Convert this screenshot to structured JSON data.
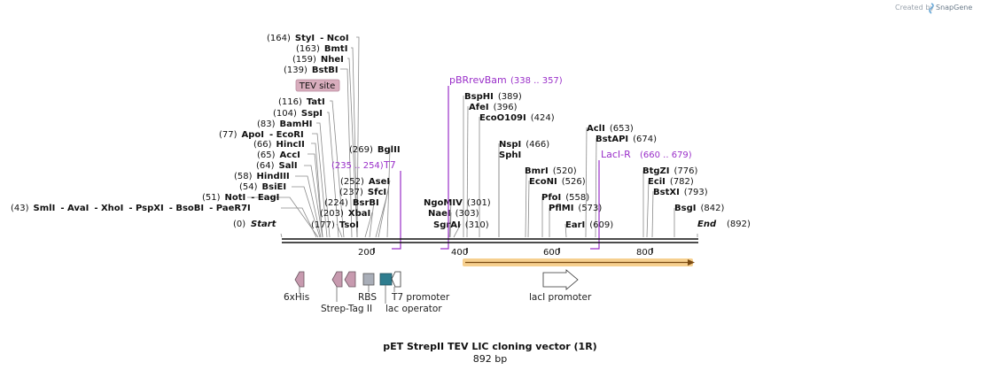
{
  "credit": {
    "prefix": "Created by",
    "brand": "SnapGene"
  },
  "title": "pET StrepII TEV LIC cloning vector (1R)",
  "length_label": "892 bp",
  "ticks": [
    "200",
    "400",
    "600",
    "800"
  ],
  "ends": {
    "start": {
      "pos": "(0)",
      "name": "Start"
    },
    "end": {
      "name": "End",
      "pos": "(892)"
    }
  },
  "site_rows": [
    {
      "id": "r43",
      "text": [
        {
          "t": "(43)",
          "c": "num"
        },
        {
          "t": "SmlI",
          "c": "enz"
        },
        {
          "t": "- AvaI",
          "c": "enz"
        },
        {
          "t": "- XhoI",
          "c": "enz"
        },
        {
          "t": "- PspXI",
          "c": "enz"
        },
        {
          "t": "- BsoBI",
          "c": "enz"
        },
        {
          "t": "- PaeR7I",
          "c": "enz"
        }
      ]
    },
    {
      "id": "r51",
      "text": [
        {
          "t": "(51)",
          "c": "num"
        },
        {
          "t": "NotI",
          "c": "enz"
        },
        {
          "t": "- EagI",
          "c": "enz"
        }
      ]
    },
    {
      "id": "r54",
      "text": [
        {
          "t": "(54)",
          "c": "num"
        },
        {
          "t": "BsiEI",
          "c": "enz"
        }
      ]
    },
    {
      "id": "r58",
      "text": [
        {
          "t": "(58)",
          "c": "num"
        },
        {
          "t": "HindIII",
          "c": "enz"
        }
      ]
    },
    {
      "id": "r64",
      "text": [
        {
          "t": "(64)",
          "c": "num"
        },
        {
          "t": "SalI",
          "c": "enz"
        }
      ]
    },
    {
      "id": "r65",
      "text": [
        {
          "t": "(65)",
          "c": "num"
        },
        {
          "t": "AccI",
          "c": "enz"
        }
      ]
    },
    {
      "id": "r66",
      "text": [
        {
          "t": "(66)",
          "c": "num"
        },
        {
          "t": "HincII",
          "c": "enz"
        }
      ]
    },
    {
      "id": "r77",
      "text": [
        {
          "t": "(77)",
          "c": "num"
        },
        {
          "t": "ApoI",
          "c": "enz"
        },
        {
          "t": "- EcoRI",
          "c": "enz"
        }
      ]
    },
    {
      "id": "r83",
      "text": [
        {
          "t": "(83)",
          "c": "num"
        },
        {
          "t": "BamHI",
          "c": "enz"
        }
      ]
    },
    {
      "id": "r104",
      "text": [
        {
          "t": "(104)",
          "c": "num"
        },
        {
          "t": "SspI",
          "c": "enz"
        }
      ]
    },
    {
      "id": "r116",
      "text": [
        {
          "t": "(116)",
          "c": "num"
        },
        {
          "t": "TatI",
          "c": "enz"
        }
      ]
    },
    {
      "id": "r139",
      "text": [
        {
          "t": "(139)",
          "c": "num"
        },
        {
          "t": "BstBI",
          "c": "enz"
        }
      ]
    },
    {
      "id": "r159",
      "text": [
        {
          "t": "(159)",
          "c": "num"
        },
        {
          "t": "NheI",
          "c": "enz"
        }
      ]
    },
    {
      "id": "r163",
      "text": [
        {
          "t": "(163)",
          "c": "num"
        },
        {
          "t": "BmtI",
          "c": "enz"
        }
      ]
    },
    {
      "id": "r164",
      "text": [
        {
          "t": "(164)",
          "c": "num"
        },
        {
          "t": "StyI",
          "c": "enz"
        },
        {
          "t": "- NcoI",
          "c": "enz"
        }
      ]
    },
    {
      "id": "r177",
      "text": [
        {
          "t": "(177)",
          "c": "num"
        },
        {
          "t": "TsoI",
          "c": "enz"
        }
      ]
    },
    {
      "id": "r203",
      "text": [
        {
          "t": "(203)",
          "c": "num"
        },
        {
          "t": "XbaI",
          "c": "enz"
        }
      ]
    },
    {
      "id": "r224",
      "text": [
        {
          "t": "(224)",
          "c": "num"
        },
        {
          "t": "BsrBI",
          "c": "enz"
        }
      ]
    },
    {
      "id": "r237",
      "text": [
        {
          "t": "(237)",
          "c": "num"
        },
        {
          "t": "SfcI",
          "c": "enz"
        }
      ]
    },
    {
      "id": "r252",
      "text": [
        {
          "t": "(252)",
          "c": "num"
        },
        {
          "t": "AseI",
          "c": "enz"
        }
      ]
    },
    {
      "id": "r269",
      "text": [
        {
          "t": "(269)",
          "c": "num"
        },
        {
          "t": "BglII",
          "c": "enz"
        }
      ]
    },
    {
      "id": "rNgo",
      "text": [
        {
          "t": "NgoMIV",
          "c": "enz"
        },
        {
          "t": "(301)",
          "c": "num"
        }
      ]
    },
    {
      "id": "rNae",
      "text": [
        {
          "t": "NaeI",
          "c": "enz"
        },
        {
          "t": "(303)",
          "c": "num"
        }
      ]
    },
    {
      "id": "rSgr",
      "text": [
        {
          "t": "SgrAI",
          "c": "enz"
        },
        {
          "t": "(310)",
          "c": "num"
        }
      ]
    },
    {
      "id": "rBsp",
      "text": [
        {
          "t": "BspHI",
          "c": "enz"
        },
        {
          "t": "(389)",
          "c": "num"
        }
      ]
    },
    {
      "id": "rAfe",
      "text": [
        {
          "t": "AfeI",
          "c": "enz"
        },
        {
          "t": "(396)",
          "c": "num"
        }
      ]
    },
    {
      "id": "rEco109",
      "text": [
        {
          "t": "EcoO109I",
          "c": "enz"
        },
        {
          "t": "(424)",
          "c": "num"
        }
      ]
    },
    {
      "id": "rNsp",
      "text": [
        {
          "t": "NspI",
          "c": "enz"
        },
        {
          "t": "(466)",
          "c": "num"
        }
      ]
    },
    {
      "id": "rSph",
      "text": [
        {
          "t": "SphI",
          "c": "enz"
        }
      ]
    },
    {
      "id": "rBmr",
      "text": [
        {
          "t": "BmrI",
          "c": "enz"
        },
        {
          "t": "(520)",
          "c": "num"
        }
      ]
    },
    {
      "id": "rEcoN",
      "text": [
        {
          "t": "EcoNI",
          "c": "enz"
        },
        {
          "t": "(526)",
          "c": "num"
        }
      ]
    },
    {
      "id": "rPfo",
      "text": [
        {
          "t": "PfoI",
          "c": "enz"
        },
        {
          "t": "(558)",
          "c": "num"
        }
      ]
    },
    {
      "id": "rPflMI",
      "text": [
        {
          "t": "PflMI",
          "c": "enz"
        },
        {
          "t": "(573)",
          "c": "num"
        }
      ]
    },
    {
      "id": "rEar",
      "text": [
        {
          "t": "EarI",
          "c": "enz"
        },
        {
          "t": "(609)",
          "c": "num"
        }
      ]
    },
    {
      "id": "rAcl",
      "text": [
        {
          "t": "AclI",
          "c": "enz"
        },
        {
          "t": "(653)",
          "c": "num"
        }
      ]
    },
    {
      "id": "rBstAPI",
      "text": [
        {
          "t": "BstAPI",
          "c": "enz"
        },
        {
          "t": "(674)",
          "c": "num"
        }
      ]
    },
    {
      "id": "rBtgZI",
      "text": [
        {
          "t": "BtgZI",
          "c": "enz"
        },
        {
          "t": "(776)",
          "c": "num"
        }
      ]
    },
    {
      "id": "rEciI",
      "text": [
        {
          "t": "EciI",
          "c": "enz"
        },
        {
          "t": "(782)",
          "c": "num"
        }
      ]
    },
    {
      "id": "rBstXI",
      "text": [
        {
          "t": "BstXI",
          "c": "enz"
        },
        {
          "t": "(793)",
          "c": "num"
        }
      ]
    },
    {
      "id": "rBsgI",
      "text": [
        {
          "t": "BsgI",
          "c": "enz"
        },
        {
          "t": "(842)",
          "c": "num"
        }
      ]
    }
  ],
  "primers": [
    {
      "id": "pT7",
      "name": "T7",
      "range": "(235 .. 254)"
    },
    {
      "id": "pBR",
      "name": "pBRrevBam",
      "range": "(338 .. 357)"
    },
    {
      "id": "pLacI",
      "name": "LacI-R",
      "range": "(660 .. 679)"
    }
  ],
  "tev_label": "TEV site",
  "features": {
    "his": "6xHis",
    "strep": "Strep-Tag II",
    "rbs": "RBS",
    "t7promoter": "T7 promoter",
    "lacop": "lac operator",
    "laci": "lacI promoter"
  },
  "colors": {
    "primer": "#9a2fc9",
    "tag": "#c79aaf",
    "tev": "#d8adbd",
    "rbs": "#a9aeb8",
    "lacop": "#2f7d8f",
    "orf": "#f4c77a",
    "backbone": "#111111"
  }
}
